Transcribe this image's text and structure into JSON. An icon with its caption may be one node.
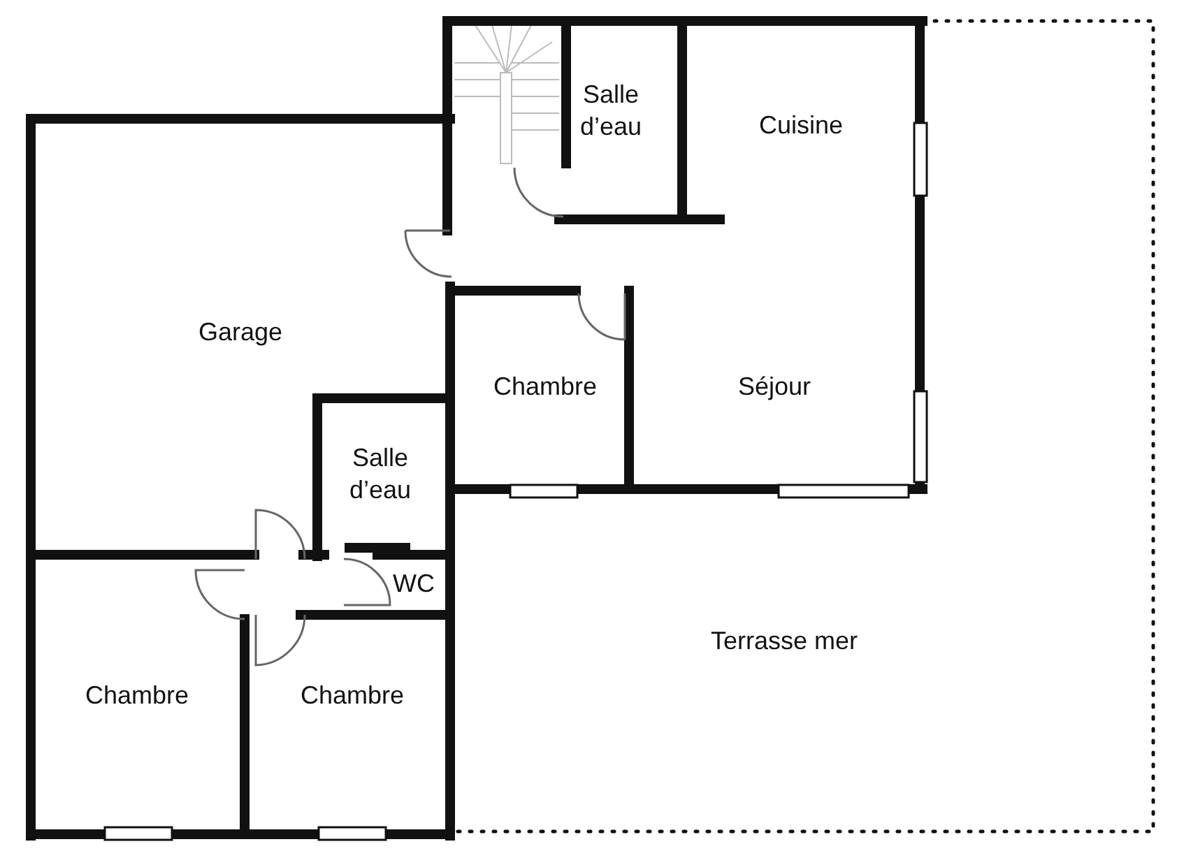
{
  "diagram": {
    "labels": [
      "Salle d’eau",
      "Cuisine",
      "Garage",
      "Chambre",
      "Séjour",
      "Salle d’eau",
      "WC",
      "Terrasse mer",
      "Chambre",
      "Chambre"
    ]
  }
}
